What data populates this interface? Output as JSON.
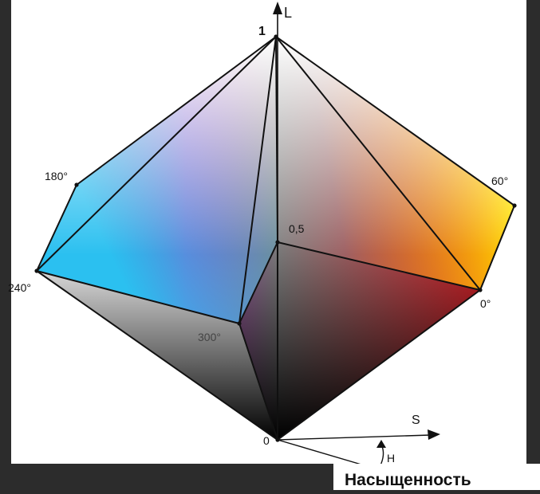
{
  "diagram": {
    "axes": {
      "lightness": "L",
      "saturation": "S",
      "hue": "H"
    },
    "lightness_marks": {
      "top": "1",
      "mid": "0,5",
      "bottom": "0"
    },
    "hue_labels": {
      "h0": "0°",
      "h60": "60°",
      "h180": "180°",
      "h240": "240°",
      "h300": "300°"
    },
    "caption": "Насыщенность"
  },
  "colors": {
    "white": "#ffffff",
    "black": "#000000",
    "red": "#e8141c",
    "yellow": "#ffe600",
    "cyan": "#2bc0f0",
    "blue": "#3a4fb0",
    "magenta": "#b02ab8",
    "gray": "#808080",
    "background": "#2c2c2c",
    "panel": "#ffffff",
    "edges": "#111111"
  }
}
